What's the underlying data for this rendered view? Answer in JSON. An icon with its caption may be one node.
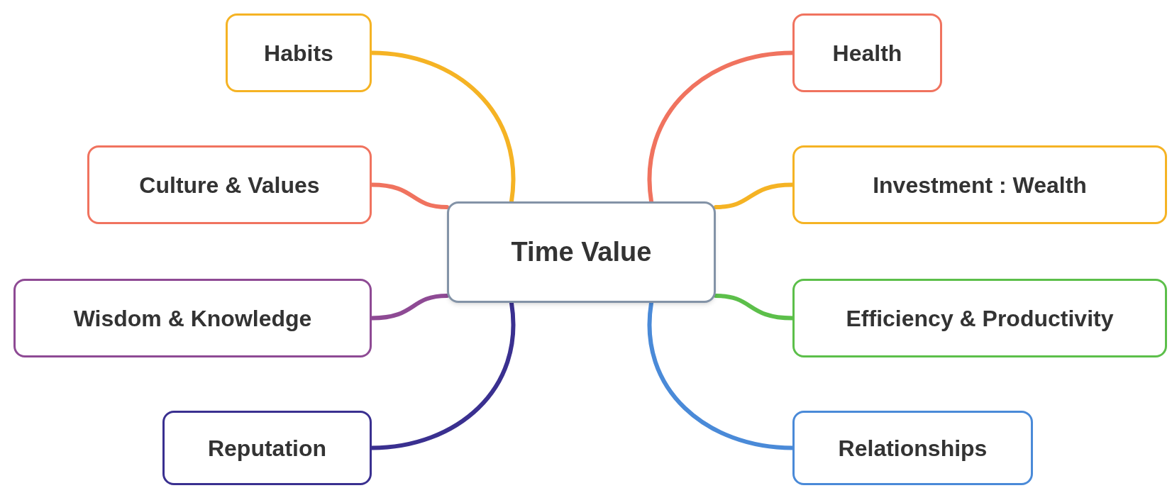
{
  "diagram": {
    "nodes": [
      {
        "text": [
          "Time Value"
        ]
      },
      {
        "text": [
          "Habits"
        ]
      },
      {
        "text": [
          "Culture & Values"
        ]
      },
      {
        "text": [
          "Wisdom & Knowledge"
        ]
      },
      {
        "text": [
          "Reputation"
        ]
      },
      {
        "text": [
          "Health"
        ]
      },
      {
        "text": [
          "Investment : Wealth"
        ]
      },
      {
        "text": [
          "Efficiency & Productivity"
        ]
      },
      {
        "text": [
          "Relationships"
        ]
      }
    ],
    "edges": [
      {
        "from": 0,
        "to": 1,
        "arrow": "none",
        "color": "#f5b324"
      },
      {
        "from": 0,
        "to": 2,
        "arrow": "none",
        "color": "#f0735f"
      },
      {
        "from": 0,
        "to": 3,
        "arrow": "none",
        "color": "#8e4a94"
      },
      {
        "from": 0,
        "to": 4,
        "arrow": "none",
        "color": "#3a3090"
      },
      {
        "from": 0,
        "to": 5,
        "arrow": "none",
        "color": "#f0735f"
      },
      {
        "from": 0,
        "to": 6,
        "arrow": "none",
        "color": "#f5b324"
      },
      {
        "from": 0,
        "to": 7,
        "arrow": "none",
        "color": "#5cbf4a"
      },
      {
        "from": 0,
        "to": 8,
        "arrow": "none",
        "color": "#4a8ad8"
      }
    ]
  }
}
